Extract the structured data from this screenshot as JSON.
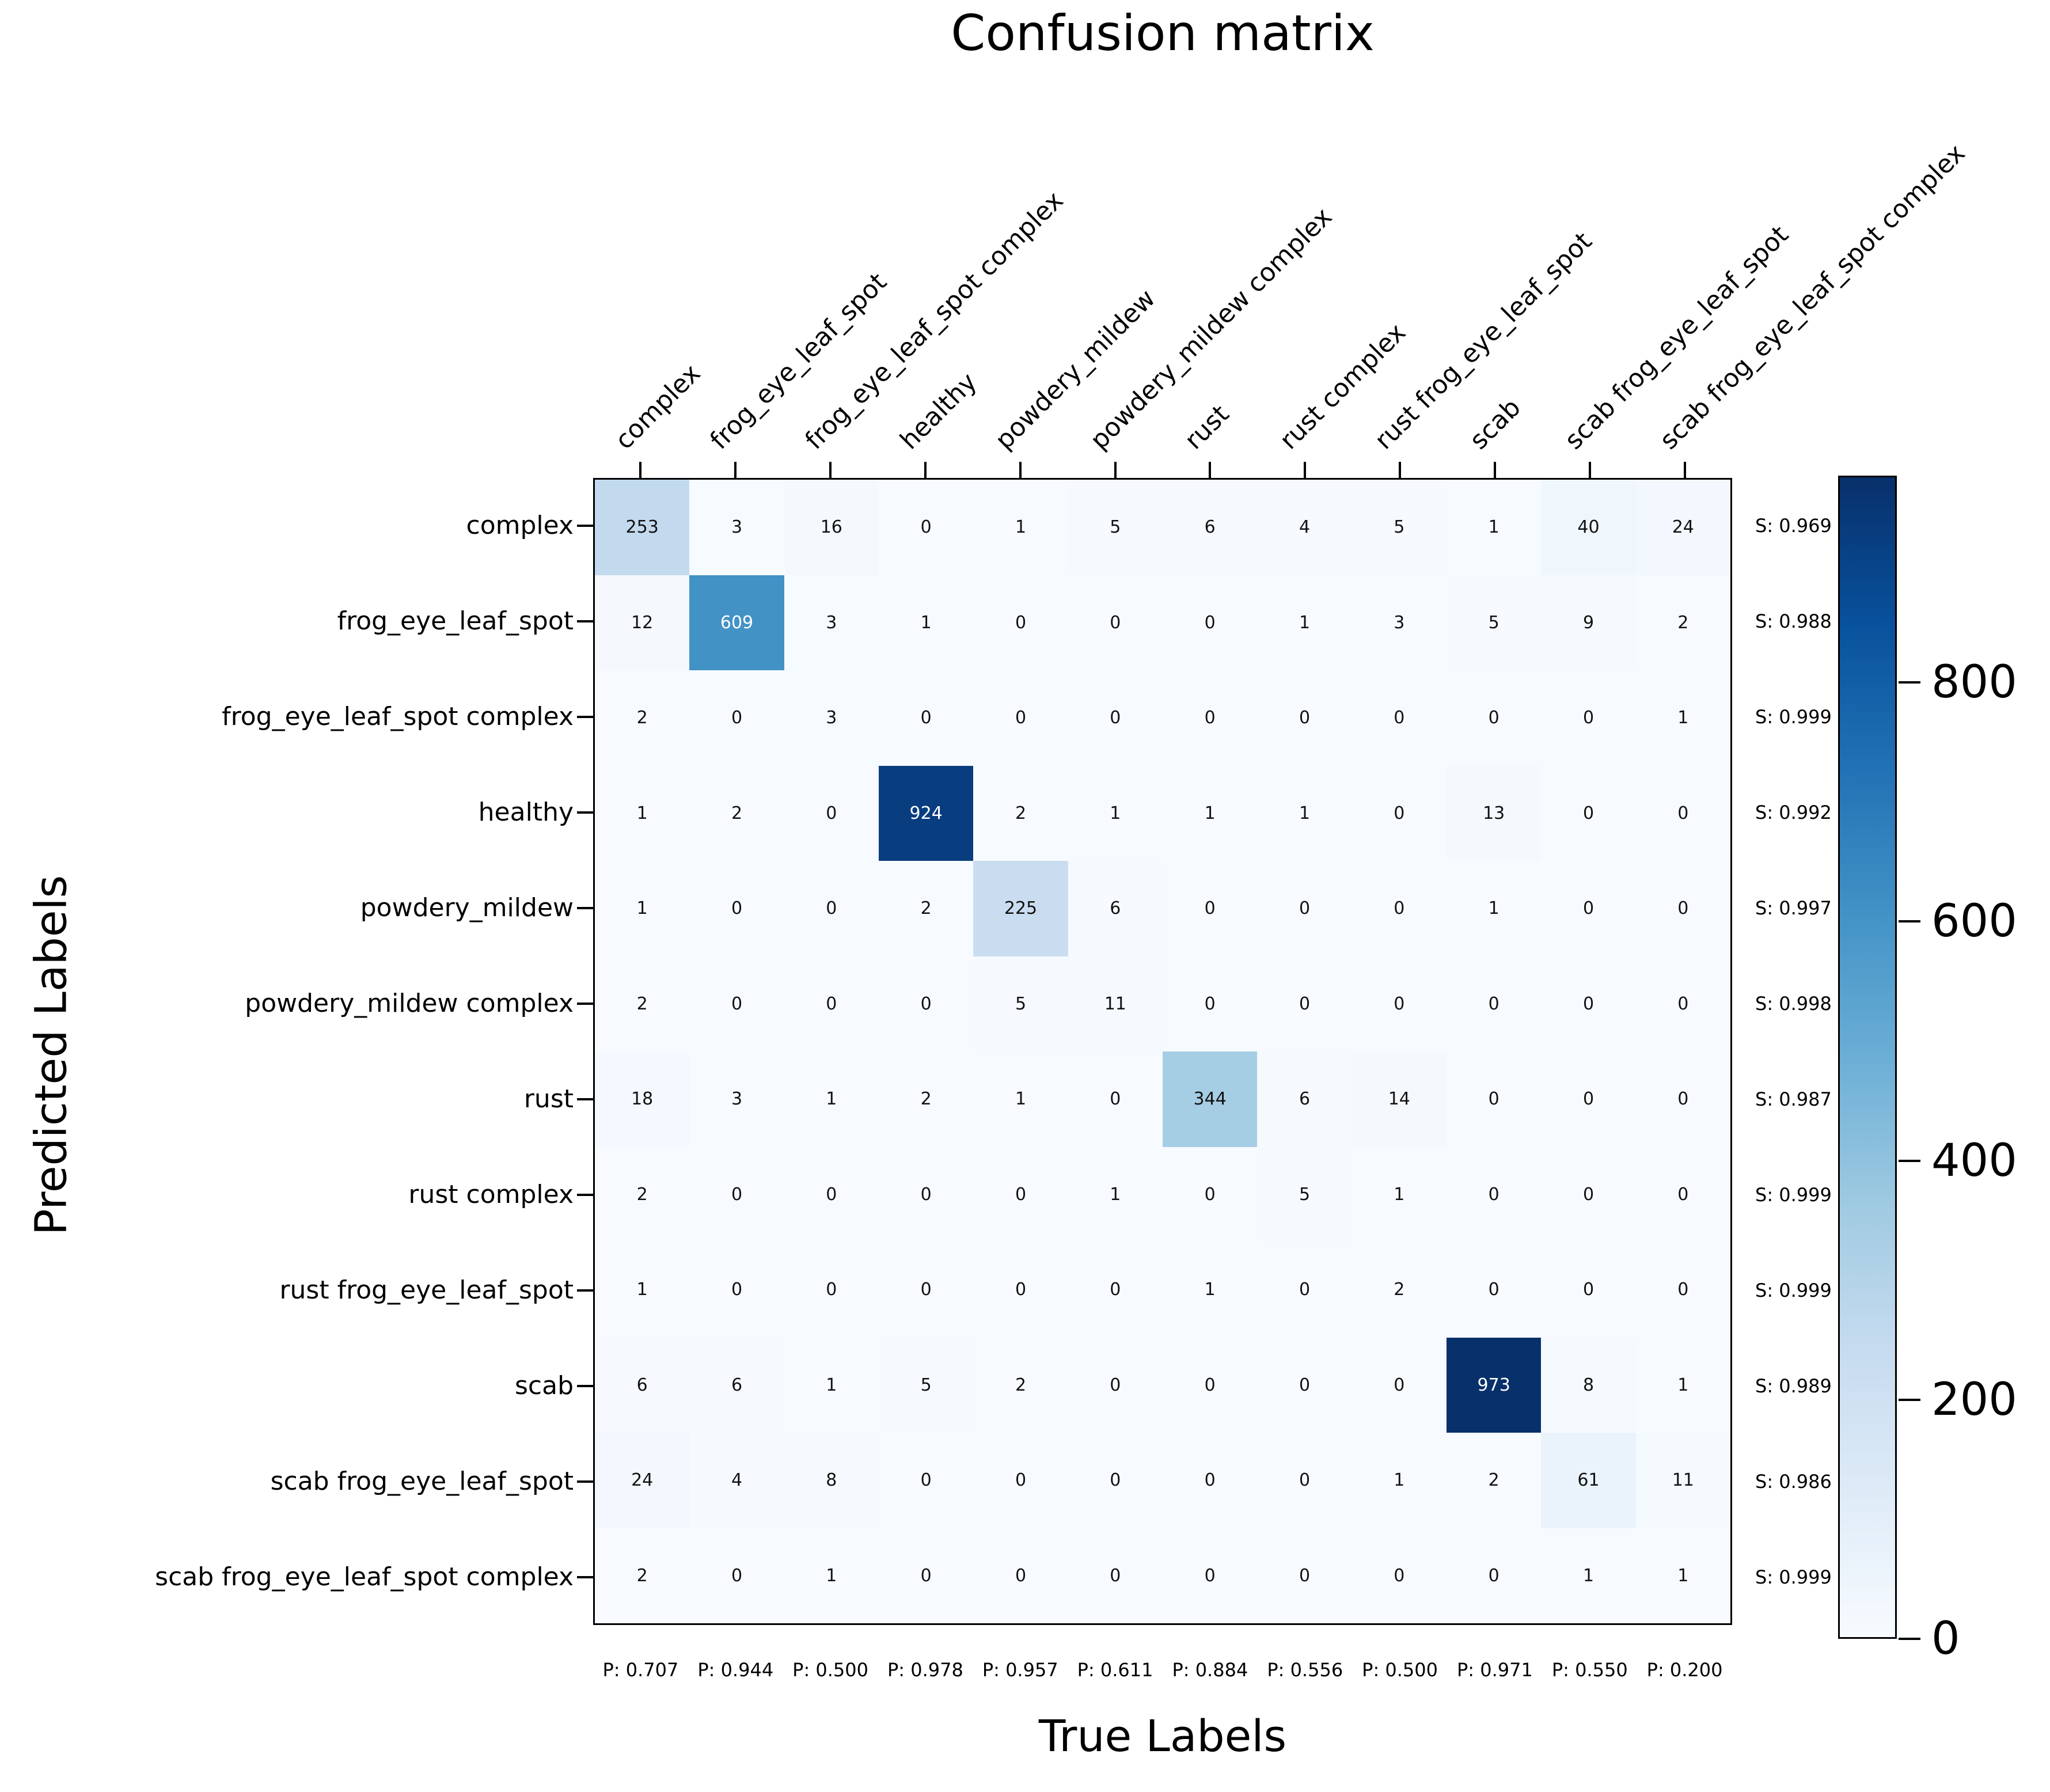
{
  "title": "Confusion matrix",
  "x_axis_label": "True Labels",
  "y_axis_label": "Predicted Labels",
  "chart_data": {
    "type": "heatmap",
    "colormap": "Blues",
    "vmin": 0,
    "vmax": 973,
    "grid": false,
    "legend_position": "right-colorbar",
    "categories": [
      "complex",
      "frog_eye_leaf_spot",
      "frog_eye_leaf_spot complex",
      "healthy",
      "powdery_mildew",
      "powdery_mildew complex",
      "rust",
      "rust complex",
      "rust frog_eye_leaf_spot",
      "scab",
      "scab frog_eye_leaf_spot",
      "scab frog_eye_leaf_spot complex"
    ],
    "matrix": [
      [
        253,
        3,
        16,
        0,
        1,
        5,
        6,
        4,
        5,
        1,
        40,
        24
      ],
      [
        12,
        609,
        3,
        1,
        0,
        0,
        0,
        1,
        3,
        5,
        9,
        2
      ],
      [
        2,
        0,
        3,
        0,
        0,
        0,
        0,
        0,
        0,
        0,
        0,
        1
      ],
      [
        1,
        2,
        0,
        924,
        2,
        1,
        1,
        1,
        0,
        13,
        0,
        0
      ],
      [
        1,
        0,
        0,
        2,
        225,
        6,
        0,
        0,
        0,
        1,
        0,
        0
      ],
      [
        2,
        0,
        0,
        0,
        5,
        11,
        0,
        0,
        0,
        0,
        0,
        0
      ],
      [
        18,
        3,
        1,
        2,
        1,
        0,
        344,
        6,
        14,
        0,
        0,
        0
      ],
      [
        2,
        0,
        0,
        0,
        0,
        1,
        0,
        5,
        1,
        0,
        0,
        0
      ],
      [
        1,
        0,
        0,
        0,
        0,
        0,
        1,
        0,
        2,
        0,
        0,
        0
      ],
      [
        6,
        6,
        1,
        5,
        2,
        0,
        0,
        0,
        0,
        973,
        8,
        1
      ],
      [
        24,
        4,
        8,
        0,
        0,
        0,
        0,
        0,
        1,
        2,
        61,
        11
      ],
      [
        2,
        0,
        1,
        0,
        0,
        0,
        0,
        0,
        0,
        0,
        1,
        1
      ]
    ],
    "row_annotations": [
      "S: 0.969",
      "S: 0.988",
      "S: 0.999",
      "S: 0.992",
      "S: 0.997",
      "S: 0.998",
      "S: 0.987",
      "S: 0.999",
      "S: 0.999",
      "S: 0.989",
      "S: 0.986",
      "S: 0.999"
    ],
    "col_annotations": [
      "P: 0.707",
      "P: 0.944",
      "P: 0.500",
      "P: 0.978",
      "P: 0.957",
      "P: 0.611",
      "P: 0.884",
      "P: 0.556",
      "P: 0.500",
      "P: 0.971",
      "P: 0.550",
      "P: 0.200"
    ],
    "colorbar_ticks": [
      0,
      200,
      400,
      600,
      800
    ]
  },
  "colors": {
    "cmap_anchors": [
      "#f7fbff",
      "#deebf7",
      "#c6dbef",
      "#9ecae1",
      "#6baed6",
      "#4292c6",
      "#2171b5",
      "#08519c",
      "#08306b"
    ],
    "cell_text_dark": "#111111",
    "cell_text_light": "#ffffff",
    "frame": "#000000",
    "background": "#ffffff"
  }
}
